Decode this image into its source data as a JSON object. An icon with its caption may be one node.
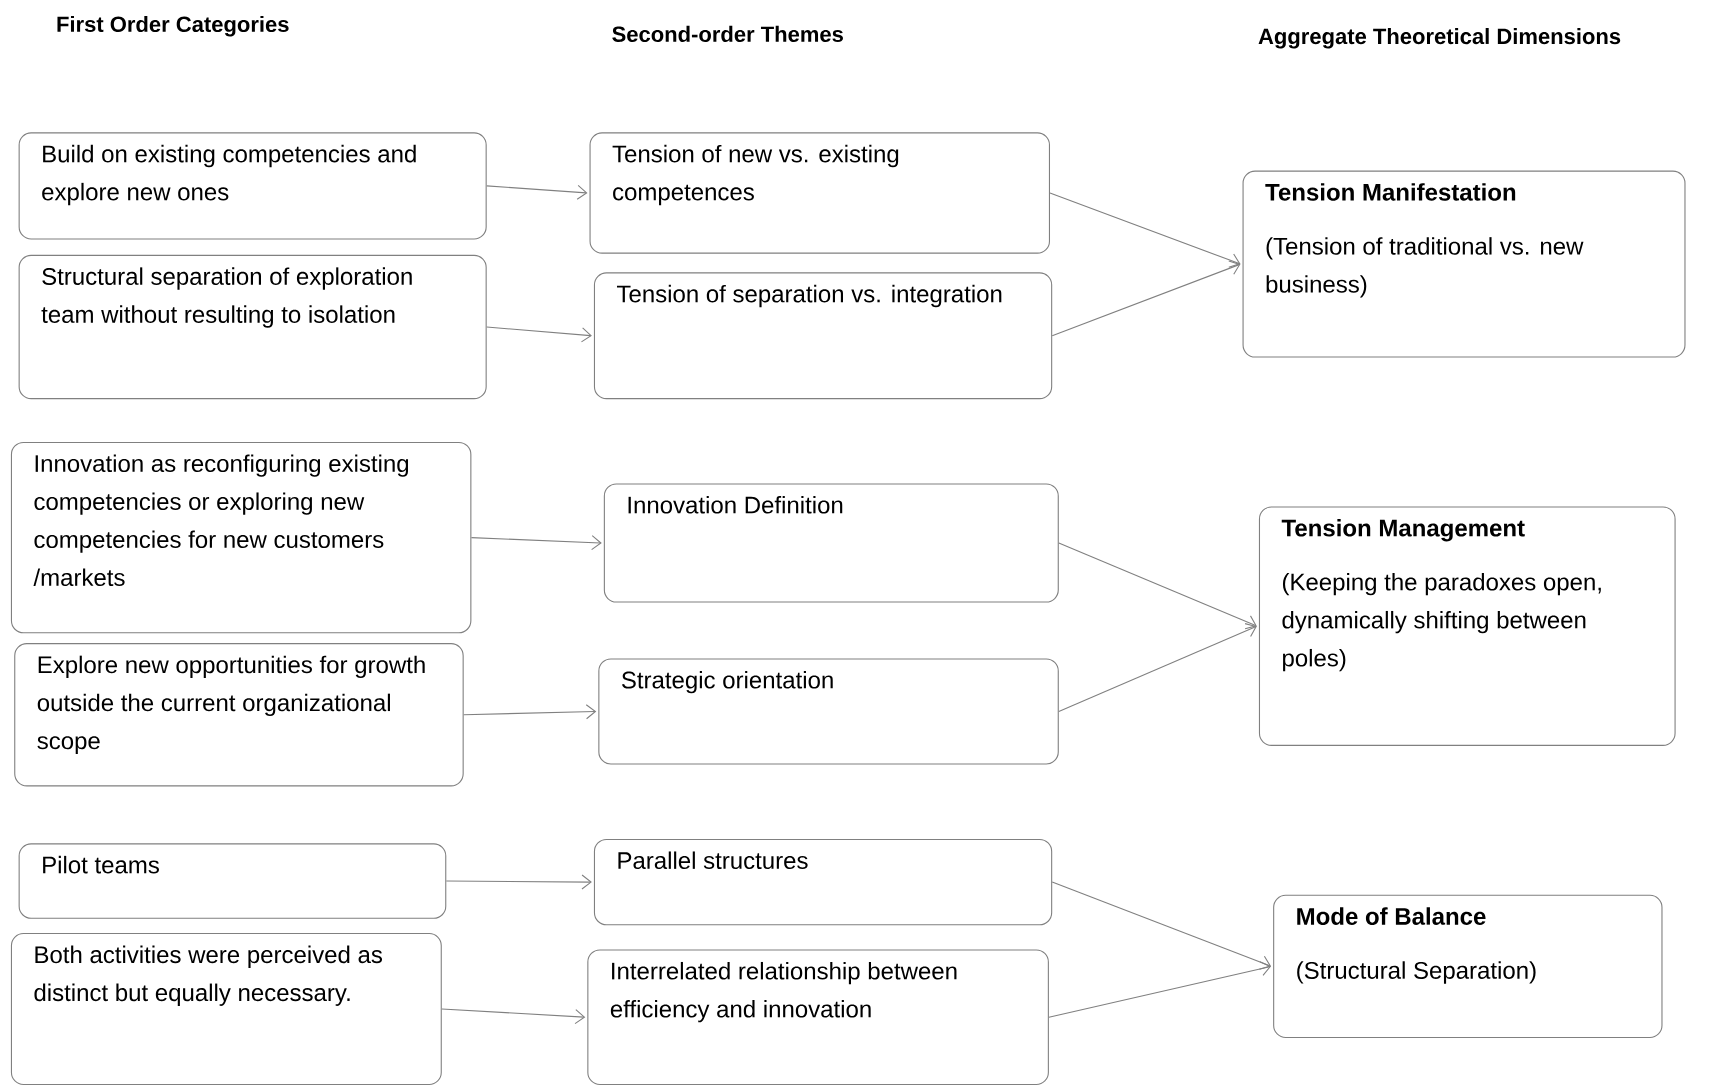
{
  "diagram": {
    "nodes": [
      {
        "text": [
          "Build on existing competencies and explore new ones"
        ]
      },
      {
        "text": [
          "Structural separation of exploration team without resulting to isolation"
        ]
      },
      {
        "text": [
          "Innovation as reconfiguring existing competencies or exploring new competencies for new customers /markets"
        ]
      },
      {
        "text": [
          "Explore new opportunities for growth outside the current organizational scope"
        ]
      },
      {
        "text": [
          "Pilot teams"
        ]
      },
      {
        "text": [
          "Both activities were perceived as distinct but equally necessary."
        ]
      },
      {
        "text": [
          "Tension of new vs. existing competences"
        ]
      },
      {
        "text": [
          "Tension of separation vs. integration"
        ]
      },
      {
        "text": [
          "Innovation Definition"
        ]
      },
      {
        "text": [
          "Strategic orientation"
        ]
      },
      {
        "text": [
          "Parallel structures"
        ]
      },
      {
        "text": [
          "Interrelated relationship between efficiency and innovation"
        ]
      },
      {
        "text": [
          "Tension Manifestation",
          "(Tension of traditional vs. new business)"
        ]
      },
      {
        "text": [
          "Tension Management",
          "(Keeping the paradoxes open, dynamically shifting between poles)"
        ]
      },
      {
        "text": [
          "Mode of Balance",
          "(Structural Separation)"
        ]
      }
    ],
    "edges": [
      {
        "from": 0,
        "to": 6,
        "arrow": "to"
      },
      {
        "from": 1,
        "to": 7,
        "arrow": "to"
      },
      {
        "from": 2,
        "to": 8,
        "arrow": "to"
      },
      {
        "from": 3,
        "to": 9,
        "arrow": "to"
      },
      {
        "from": 4,
        "to": 10,
        "arrow": "to"
      },
      {
        "from": 5,
        "to": 11,
        "arrow": "to"
      },
      {
        "from": 6,
        "to": 12,
        "arrow": "to"
      },
      {
        "from": 7,
        "to": 12,
        "arrow": "to"
      },
      {
        "from": 8,
        "to": 13,
        "arrow": "to"
      },
      {
        "from": 9,
        "to": 13,
        "arrow": "to"
      },
      {
        "from": 10,
        "to": 14,
        "arrow": "to"
      },
      {
        "from": 11,
        "to": 14,
        "arrow": "to"
      }
    ],
    "labels": [
      "First Order Categories",
      "Second-order Themes",
      "Aggregate Theoretical Dimensions"
    ]
  }
}
